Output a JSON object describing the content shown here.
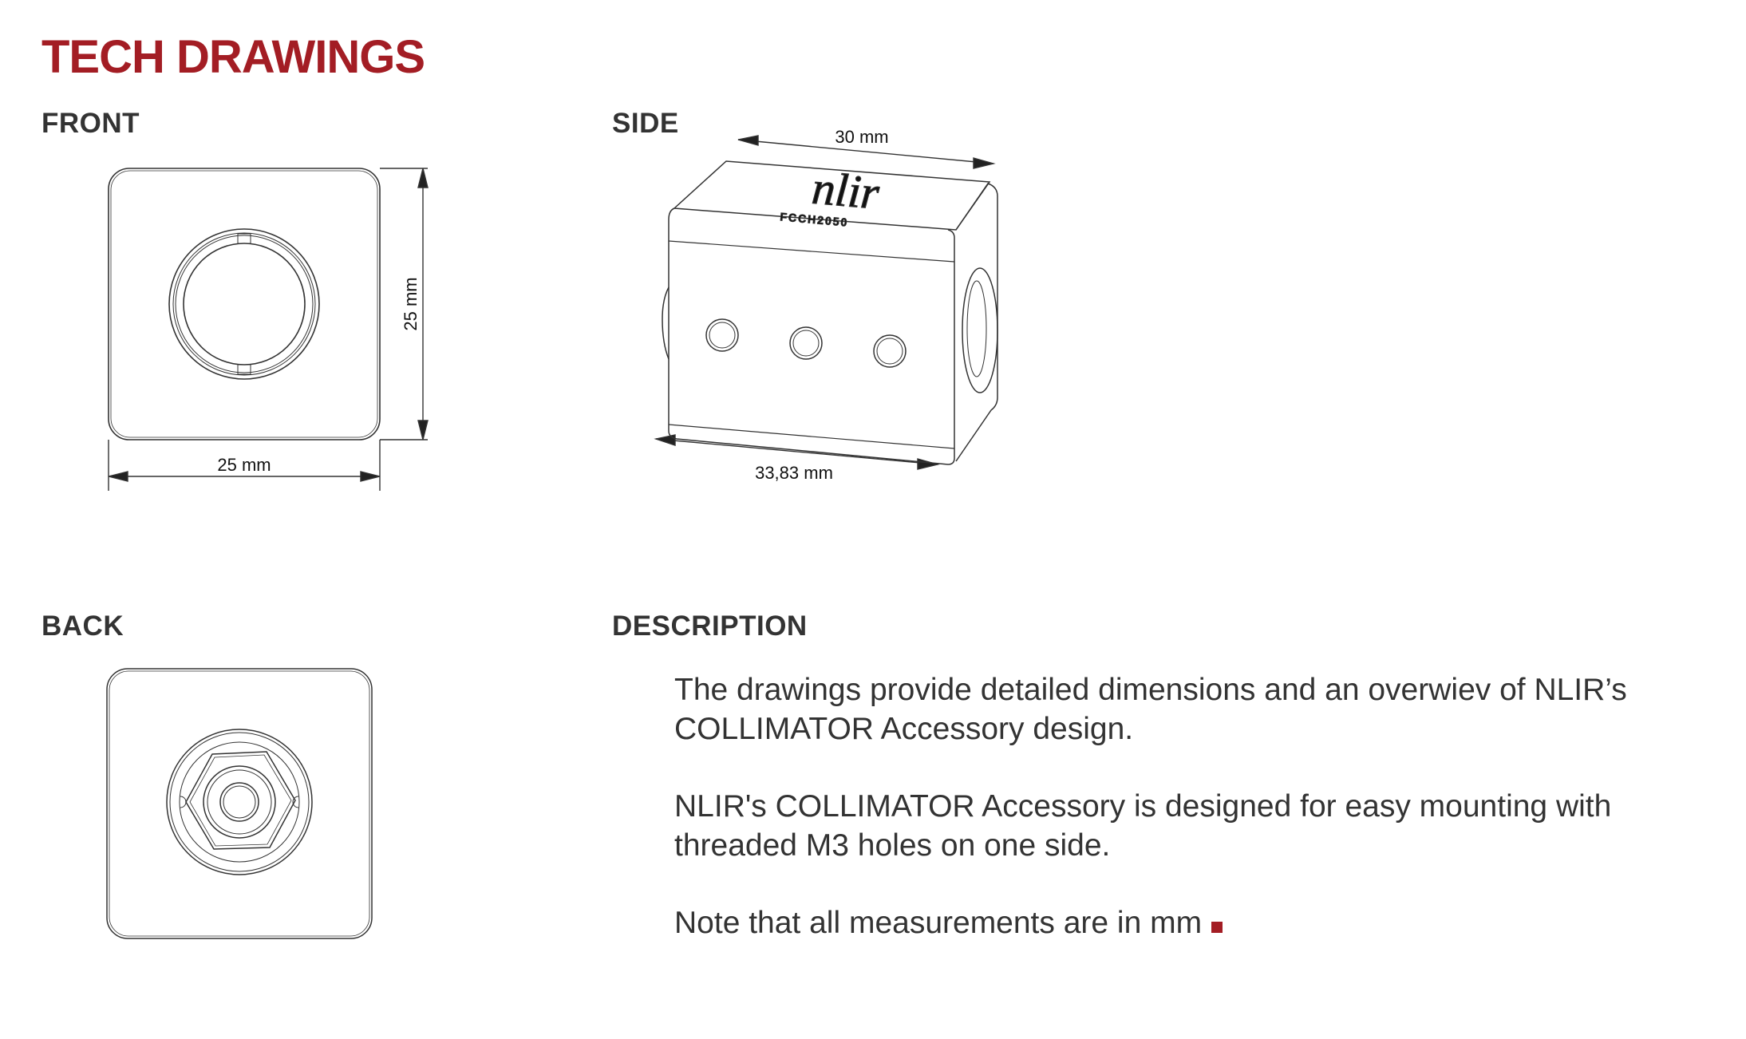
{
  "page": {
    "title": "TECH DRAWINGS",
    "accent_color": "#a31d24"
  },
  "sections": {
    "front": {
      "label": "FRONT",
      "dim_width": "25 mm",
      "dim_height": "25 mm"
    },
    "side": {
      "label": "SIDE",
      "dim_depth": "30 mm",
      "dim_length": "33,83 mm",
      "logo_text": "nlir",
      "model_code": "FCCH2050"
    },
    "back": {
      "label": "BACK"
    },
    "description": {
      "label": "DESCRIPTION",
      "paragraphs": [
        "The drawings provide detailed dimensions and an overwiev of NLIR’s COLLIMATOR Accessory design.",
        "NLIR's COLLIMATOR Accessory is designed for easy mounting with threaded M3 holes on one side.",
        "Note that all measurements are in mm"
      ]
    }
  }
}
